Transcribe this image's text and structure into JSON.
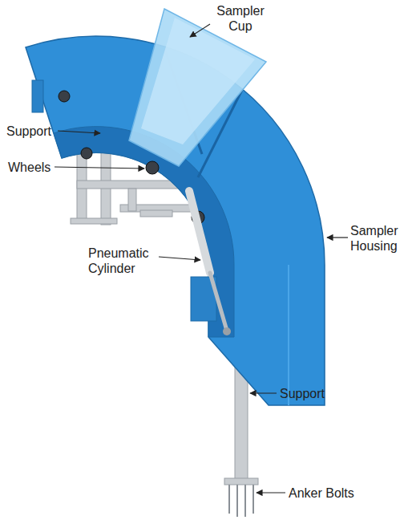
{
  "diagram": {
    "labels": [
      "Sampler Cup",
      "Support",
      "Wheels",
      "Sampler Housing",
      "Pneumatic Cylinder",
      "Support",
      "Anker Bolts"
    ]
  }
}
